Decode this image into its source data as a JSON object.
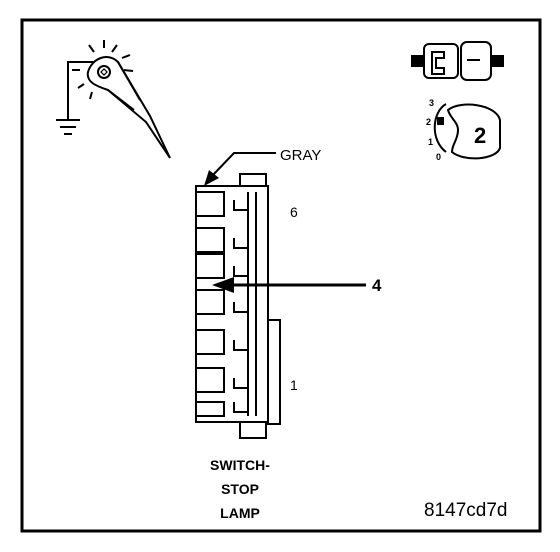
{
  "labels": {
    "gray": "GRAY",
    "pin_top": "6",
    "pin_bottom": "1",
    "callout": "4",
    "title_line1": "SWITCH-",
    "title_line2": "STOP",
    "title_line3": "LAMP",
    "code": "8147cd7d"
  },
  "icons": {
    "test_light": "test-light-probe-icon",
    "ground": "ground-symbol-icon",
    "connector_pair": "connector-halves-icon",
    "selector_dial": "selector-position-dial-icon"
  },
  "dial": {
    "positions": [
      "3",
      "2",
      "1",
      "0"
    ],
    "selected": "2",
    "selected_label": "2"
  },
  "colors": {
    "line": "#000000",
    "background": "#ffffff"
  }
}
